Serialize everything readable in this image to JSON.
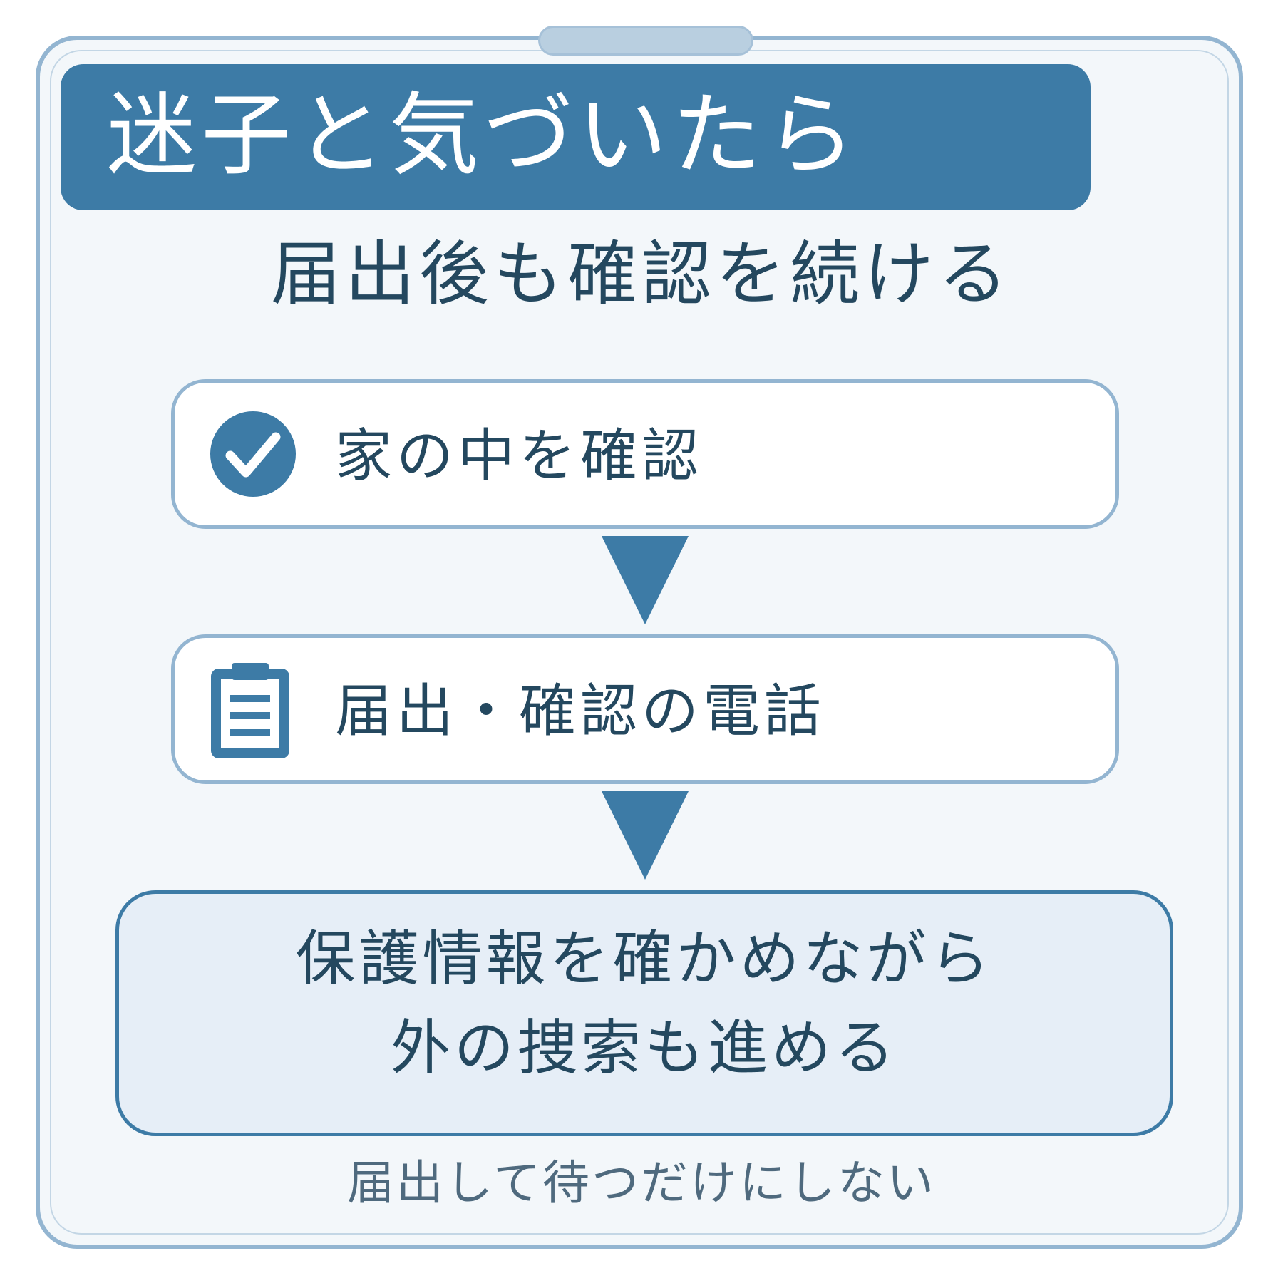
{
  "header": {
    "title": "迷子と気づいたら"
  },
  "subtitle": "届出後も確認を続ける",
  "steps": [
    {
      "label": "家の中を確認",
      "icon": "check-circle-icon"
    },
    {
      "label": "届出・確認の電話",
      "icon": "clipboard-icon"
    }
  ],
  "final_step": {
    "line1": "保護情報を確かめながら",
    "line2": "外の捜索も進める"
  },
  "footer": "届出して待つだけにしない",
  "colors": {
    "accent": "#3d7ba6",
    "border": "#93b5d1",
    "text": "#24485f",
    "background": "#f3f7fa",
    "final_box": "#e6eef7"
  }
}
